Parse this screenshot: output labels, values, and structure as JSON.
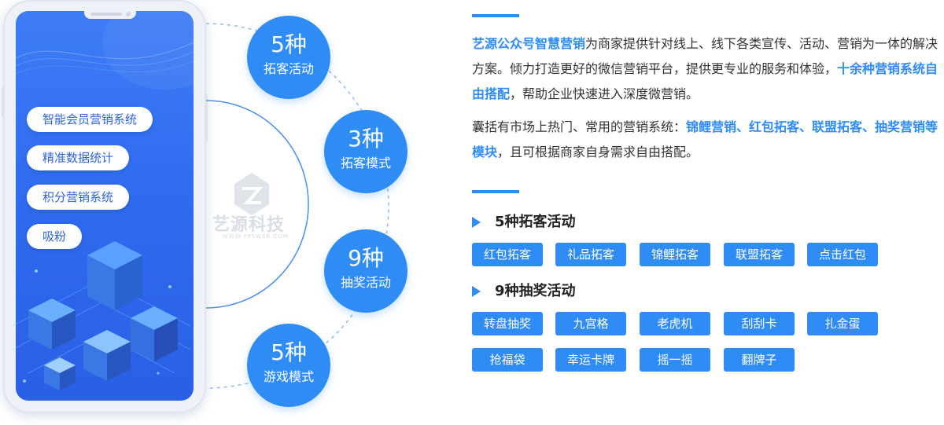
{
  "phone": {
    "features": [
      {
        "label": "智能会员营销系统"
      },
      {
        "label": "精准数据统计"
      },
      {
        "label": "积分营销系统"
      },
      {
        "label": "吸粉"
      }
    ]
  },
  "watermark": {
    "brand": "艺源科技",
    "site": "WWW.YYSWEB.COM"
  },
  "circles": [
    {
      "num": "5种",
      "label": "拓客活动"
    },
    {
      "num": "3种",
      "label": "拓客模式"
    },
    {
      "num": "9种",
      "label": "抽奖活动"
    },
    {
      "num": "5种",
      "label": "游戏模式"
    }
  ],
  "intro": {
    "p1_hl1": "艺源公众号智慧营销",
    "p1_t1": "为商家提供针对线上、线下各类宣传、活动、营销为一体的解决方案。倾力打造更好的微信营销平台，提供更专业的服务和体验，",
    "p1_hl2": "十余种营销系统自由搭配",
    "p1_t2": "，帮助企业快速进入深度微营销。",
    "p2_t1": "囊括有市场上热门、常用的营销系统：",
    "p2_hl": "锦鲤营销、红包拓客、联盟拓客、抽奖营销等模块",
    "p2_t2": "，且可根据商家自身需求自由搭配。"
  },
  "section1": {
    "title": "5种拓客活动",
    "tags": [
      "红包拓客",
      "礼品拓客",
      "锦鲤拓客",
      "联盟拓客",
      "点击红包"
    ]
  },
  "section2": {
    "title": "9种抽奖活动",
    "tags": [
      "转盘抽奖",
      "九宫格",
      "老虎机",
      "刮刮卡",
      "扎金蛋",
      "抢福袋",
      "幸运卡牌",
      "摇一摇",
      "翻牌子"
    ]
  },
  "colors": {
    "accent": "#2f8cf5",
    "phone_screen": "#2f6cf0",
    "text": "#333333"
  }
}
